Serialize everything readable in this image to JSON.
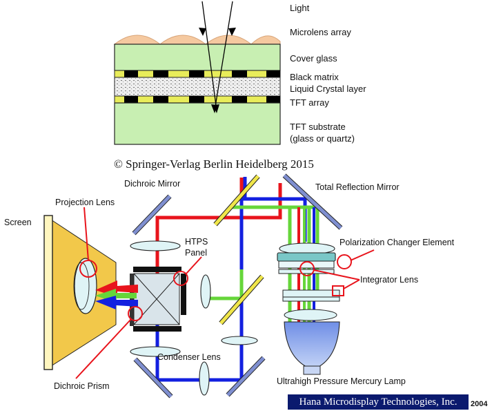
{
  "top_panel": {
    "labels": {
      "light": "Light",
      "microlens": "Microlens array",
      "cover_glass": "Cover glass",
      "black_matrix": "Black matrix",
      "liquid_crystal": "Liquid Crystal layer",
      "tft_array": "TFT array",
      "tft_substrate_line1": "TFT substrate",
      "tft_substrate_line2": "(glass or quartz)"
    },
    "copyright": "© Springer-Verlag Berlin Heidelberg 2015"
  },
  "bottom_panel": {
    "labels": {
      "dichroic_mirror": "Dichroic Mirror",
      "total_reflection_mirror": "Total Reflection Mirror",
      "screen": "Screen",
      "projection_lens": "Projection Lens",
      "htps_line1": "HTPS",
      "htps_line2": "Panel",
      "polarization": "Polarization Changer Element",
      "integrator": "Integrator Lens",
      "condenser": "Condenser Lens",
      "dichroic_prism": "Dichroic Prism",
      "lamp": "Ultrahigh Pressure Mercury Lamp"
    },
    "credit": "Hana Microdisplay Technologies, Inc.",
    "year": "2004"
  },
  "colors": {
    "red": "#e8141c",
    "green": "#66d63a",
    "blue": "#1320e0",
    "mirror_blue": "#7f8fd0",
    "dichroic_yellow": "#f0e64a",
    "screen_yellow": "#f2c84a",
    "lens_cyan": "#dff4f6",
    "microlens": "#f5c9a0",
    "cover_glass": "#c8efb2",
    "lamp_blue": "#8da8ec"
  }
}
